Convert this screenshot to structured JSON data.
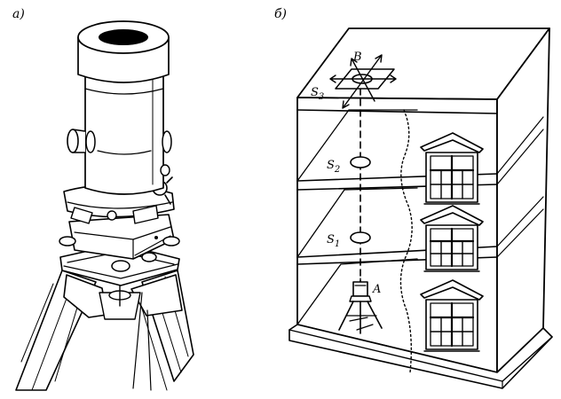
{
  "panel_a": {
    "label": "a)"
  },
  "panel_b": {
    "label": "б)",
    "point_b": "B",
    "point_a": "A",
    "s1": {
      "main": "S",
      "sub": "1"
    },
    "s2": {
      "main": "S",
      "sub": "2"
    },
    "s3": {
      "main": "S",
      "sub": "3"
    }
  }
}
